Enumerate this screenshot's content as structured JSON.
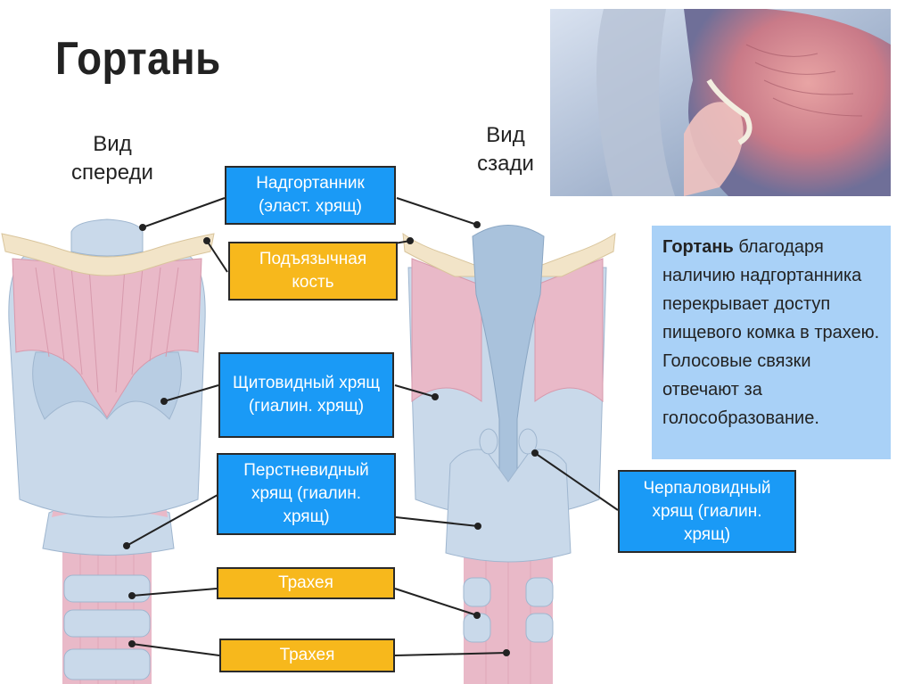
{
  "title": "Гортань",
  "views": {
    "front": "Вид спереди",
    "back": "Вид сзади"
  },
  "labels": {
    "epiglottis": "Надгортанник (эласт. хрящ)",
    "hyoid": "Подъязычная кость",
    "thyroid": "Щитовидный хрящ (гиалин. хрящ)",
    "cricoid": "Перстневидный хрящ (гиалин. хрящ)",
    "trachea1": "Трахея",
    "trachea2": "Трахея",
    "arytenoid": "Черпаловидный хрящ (гиалин. хрящ)"
  },
  "info": {
    "bold": "Гортань",
    "text": " благодаря наличию надгортанника перекрывает доступ пищевого комка в трахею. Голосовые связки отвечают за голособразование."
  },
  "colors": {
    "blue_box": "#1a9af6",
    "gold_box": "#f7b81c",
    "info_bg": "#a9d1f7",
    "cartilage": "#c9d9ea",
    "muscle": "#e9b9c8",
    "bone": "#f2e4c8"
  }
}
